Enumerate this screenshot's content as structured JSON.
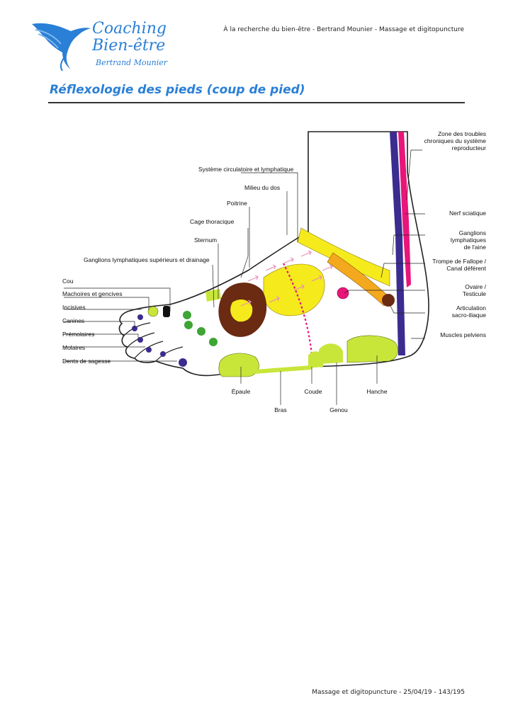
{
  "logo": {
    "line1": "Coaching",
    "line2": "Bien-être",
    "line3": "Bertrand Mounier",
    "color": "#2a7fd6"
  },
  "header": {
    "running_title": "À la recherche du bien-être - Bertrand Mounier - Massage et digitopuncture"
  },
  "page_title": "Réflexologie des pieds (coup de pied)",
  "diagram": {
    "labels_left": {
      "systeme": "Système circulatoire et lymphatique",
      "milieu": "Milieu du dos",
      "poitrine": "Poitrine",
      "cage": "Cage thoracique",
      "sternum": "Sternum",
      "ganglions_sup": "Ganglions lymphatiques supérieurs et drainage",
      "cou": "Cou",
      "machoires": "Machoires et gencives",
      "incisives": "Incisives",
      "canines": "Canines",
      "premolaires": "Prémolaires",
      "molaires": "Molaires",
      "dents": "Dents de sagesse"
    },
    "labels_right": {
      "zone_l1": "Zone des troubles",
      "zone_l2": "chroniques du système",
      "zone_l3": "reproducteur",
      "nerf": "Nerf sciatique",
      "ganglions_l1": "Ganglions",
      "ganglions_l2": "lymphatiques",
      "ganglions_l3": "de l'aine",
      "trompe_l1": "Trompe de Fallope /",
      "trompe_l2": "Canal déférent",
      "ovaire_l1": "Ovaire /",
      "ovaire_l2": "Testicule",
      "articulation_l1": "Articulation",
      "articulation_l2": "sacro-iliaque",
      "muscles": "Muscles pelviens"
    },
    "labels_bottom": {
      "epaule": "Épaule",
      "bras": "Bras",
      "coude": "Coude",
      "genou": "Genou",
      "hanche": "Hanche"
    },
    "colors": {
      "yellow": "#f5ea1c",
      "lime": "#c8e63a",
      "green": "#3fa535",
      "brown": "#6b2a12",
      "magenta": "#e8157a",
      "purple": "#3b2c8f",
      "orange": "#f4a81d",
      "pink_arrows": "#e88fb8"
    }
  },
  "footer": {
    "text": "Massage et digitopuncture - 25/04/19 - 143/195"
  }
}
